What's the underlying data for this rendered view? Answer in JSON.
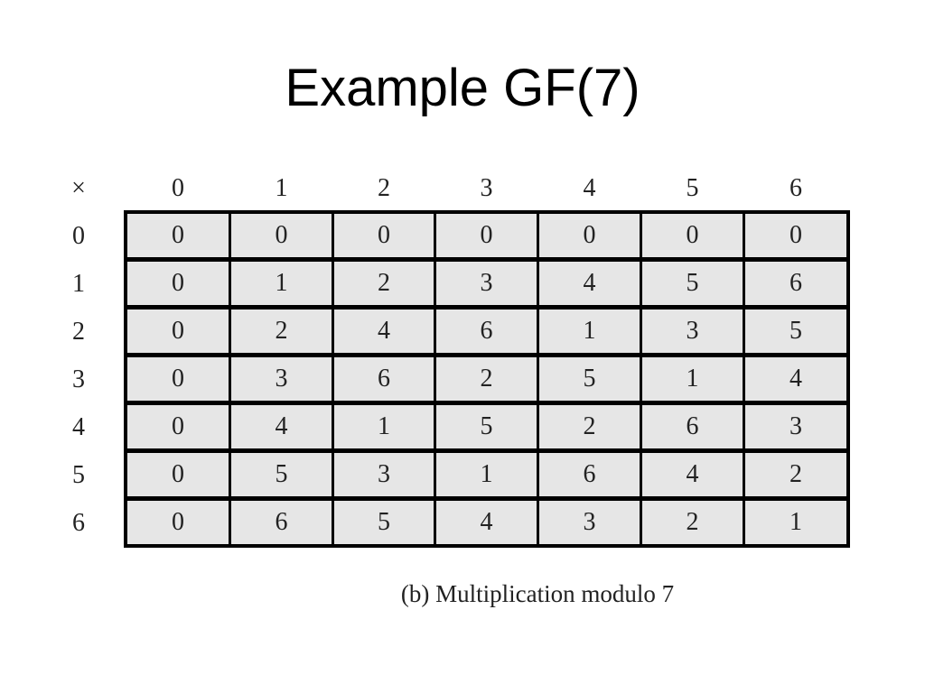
{
  "title": "Example GF(7)",
  "table": {
    "corner": "×",
    "col_headers": [
      "0",
      "1",
      "2",
      "3",
      "4",
      "5",
      "6"
    ],
    "row_headers": [
      "0",
      "1",
      "2",
      "3",
      "4",
      "5",
      "6"
    ],
    "rows": [
      [
        "0",
        "0",
        "0",
        "0",
        "0",
        "0",
        "0"
      ],
      [
        "0",
        "1",
        "2",
        "3",
        "4",
        "5",
        "6"
      ],
      [
        "0",
        "2",
        "4",
        "6",
        "1",
        "3",
        "5"
      ],
      [
        "0",
        "3",
        "6",
        "2",
        "5",
        "1",
        "4"
      ],
      [
        "0",
        "4",
        "1",
        "5",
        "2",
        "6",
        "3"
      ],
      [
        "0",
        "5",
        "3",
        "1",
        "6",
        "4",
        "2"
      ],
      [
        "0",
        "6",
        "5",
        "4",
        "3",
        "2",
        "1"
      ]
    ]
  },
  "caption": "(b) Multiplication modulo 7"
}
